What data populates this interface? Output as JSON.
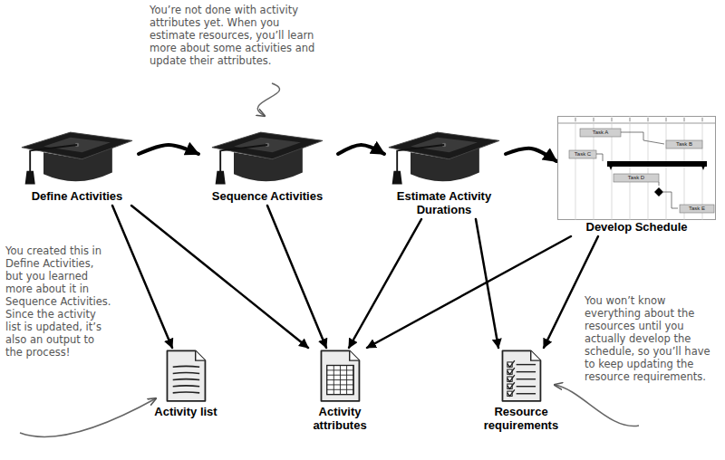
{
  "diagram": {
    "nodes": [
      {
        "text": [
          "Define Activities"
        ]
      },
      {
        "text": [
          "Sequence Activities"
        ]
      },
      {
        "text": [
          "Estimate Activity Durations"
        ]
      },
      {
        "text": [
          "Develop Schedule"
        ]
      },
      {
        "text": [
          "Activity list"
        ]
      },
      {
        "text": [
          "Activity attributes"
        ]
      },
      {
        "text": [
          "Resource requirements"
        ]
      }
    ],
    "edges": [
      {
        "from": 0,
        "to": 1,
        "arrow": "to"
      },
      {
        "from": 1,
        "to": 2,
        "arrow": "to"
      },
      {
        "from": 2,
        "to": 3,
        "arrow": "to"
      },
      {
        "from": 0,
        "to": 4,
        "arrow": "to"
      },
      {
        "from": 0,
        "to": 5,
        "arrow": "to"
      },
      {
        "from": 1,
        "to": 5,
        "arrow": "to"
      },
      {
        "from": 2,
        "to": 5,
        "arrow": "to"
      },
      {
        "from": 3,
        "to": 5,
        "arrow": "to"
      },
      {
        "from": 2,
        "to": 6,
        "arrow": "to"
      },
      {
        "from": 3,
        "to": 6,
        "arrow": "to"
      }
    ],
    "labels": [
      "You’re not done with activity attributes yet. When you estimate resources, you’ll learn more about some activities and update their attributes.",
      "You created this in Define Activities, but you learned more about it in Sequence Activities. Since the activity list is updated, it’s also an output to the process!",
      "You won’t know everything about the resources until you actually develop the schedule, so you’ll have to keep updating the resource requirements.",
      "Task A",
      "Task B",
      "Task C",
      "Task D",
      "Task E"
    ]
  }
}
